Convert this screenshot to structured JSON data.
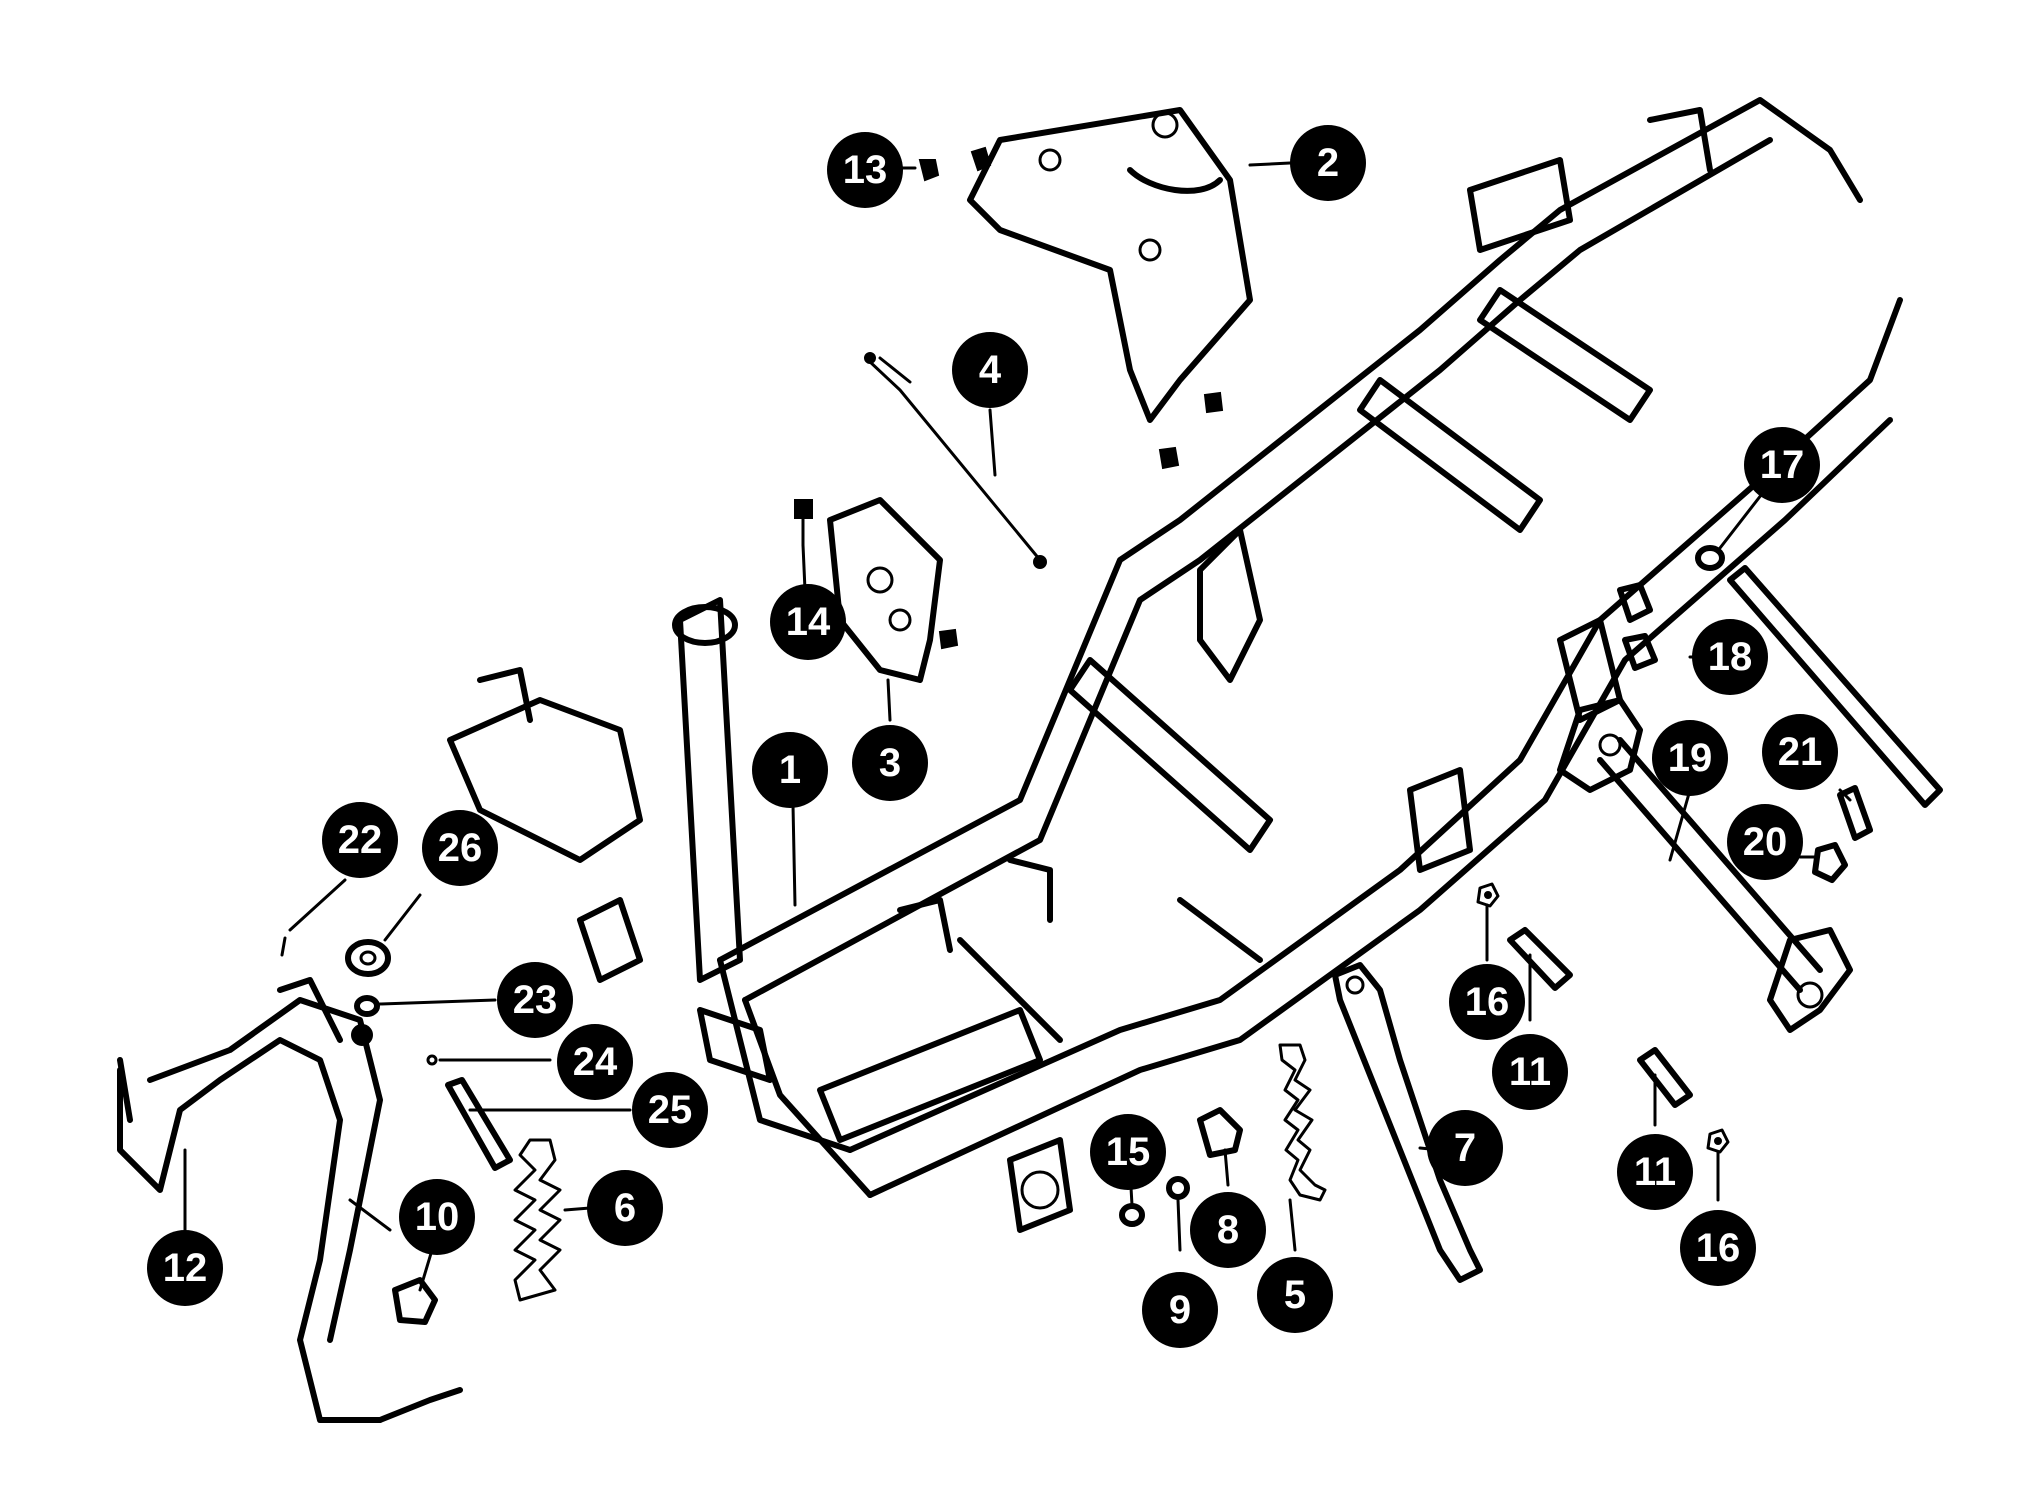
{
  "diagram": {
    "colors": {
      "ink": "#000000",
      "paper": "#ffffff",
      "callout_text": "#ffffff"
    },
    "callouts": [
      {
        "id": "1",
        "label": "1"
      },
      {
        "id": "2",
        "label": "2"
      },
      {
        "id": "3",
        "label": "3"
      },
      {
        "id": "4",
        "label": "4"
      },
      {
        "id": "5",
        "label": "5"
      },
      {
        "id": "6",
        "label": "6"
      },
      {
        "id": "7",
        "label": "7"
      },
      {
        "id": "8",
        "label": "8"
      },
      {
        "id": "9",
        "label": "9"
      },
      {
        "id": "10",
        "label": "10"
      },
      {
        "id": "11a",
        "label": "11"
      },
      {
        "id": "11b",
        "label": "11"
      },
      {
        "id": "12",
        "label": "12"
      },
      {
        "id": "13",
        "label": "13"
      },
      {
        "id": "14",
        "label": "14"
      },
      {
        "id": "15",
        "label": "15"
      },
      {
        "id": "16a",
        "label": "16"
      },
      {
        "id": "16b",
        "label": "16"
      },
      {
        "id": "17",
        "label": "17"
      },
      {
        "id": "18",
        "label": "18"
      },
      {
        "id": "19",
        "label": "19"
      },
      {
        "id": "20",
        "label": "20"
      },
      {
        "id": "21",
        "label": "21"
      },
      {
        "id": "22",
        "label": "22"
      },
      {
        "id": "23",
        "label": "23"
      },
      {
        "id": "24",
        "label": "24"
      },
      {
        "id": "25",
        "label": "25"
      },
      {
        "id": "26",
        "label": "26"
      }
    ]
  }
}
